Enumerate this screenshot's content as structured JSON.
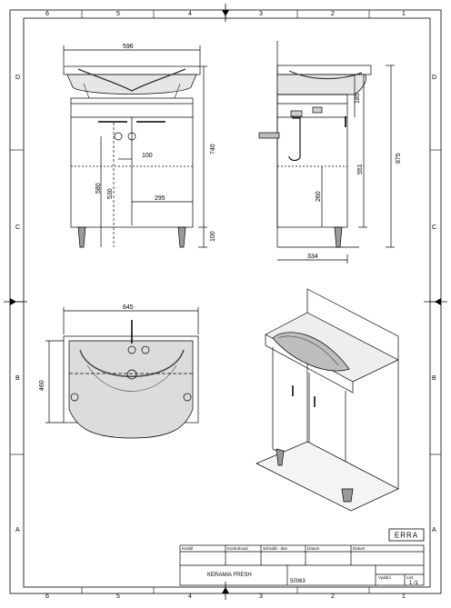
{
  "frame": {
    "top_cols": [
      "6",
      "5",
      "4",
      "3",
      "2",
      "1"
    ],
    "bottom_cols": [
      "6",
      "5",
      "4",
      "3",
      "2",
      "1"
    ],
    "left_rows": [
      "D",
      "C",
      "B",
      "A"
    ],
    "right_rows": [
      "D",
      "C",
      "B",
      "A"
    ]
  },
  "front_view": {
    "width": "596",
    "height": "740",
    "legs": "100",
    "h580": "580",
    "h530": "530",
    "w100": "100",
    "w295": "295"
  },
  "side_view": {
    "depth": "334",
    "total": "875",
    "h551": "551",
    "h260": "260",
    "h185": "185"
  },
  "top_view": {
    "width": "645",
    "depth": "460"
  },
  "logo": "ERRA",
  "title_block": {
    "kreslil": "Kreslil",
    "kontroloval": "Kontroloval",
    "schvalil": "Schválil - dne",
    "datum1": "Datum",
    "datum2": "Datum",
    "name": "KERAMIA FRESH",
    "code": "50063",
    "vydani": "Vydání",
    "list": "List",
    "sheet": "1 /1"
  },
  "colors": {
    "line": "#000000",
    "shade": "#9a9a9a",
    "dark": "#333333"
  }
}
